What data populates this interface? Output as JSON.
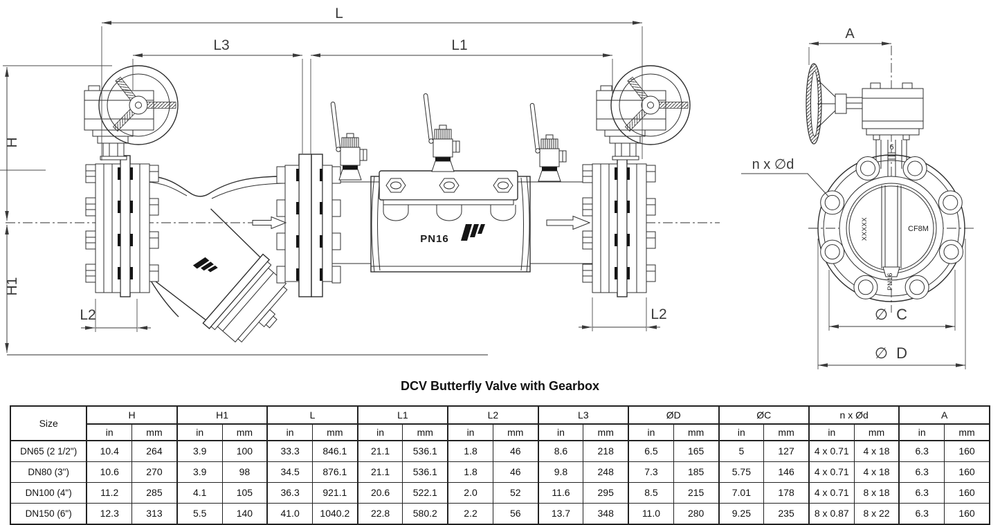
{
  "caption": "DCV Butterfly Valve with Gearbox",
  "figure": {
    "dimension_labels": {
      "L": "L",
      "L1": "L1",
      "L2": "L2",
      "L3": "L3",
      "H": "H",
      "H1": "H1",
      "A": "A",
      "dia_C": "∅ C",
      "dia_D": "∅ D",
      "n_x_dia_d": "n x ∅d"
    },
    "annotations": {
      "pressure_class": "PN16",
      "material_grade": "CF8M",
      "casting_mark": "XXXXX",
      "front_pressure_class": "PN16",
      "gear_mark": "6"
    }
  },
  "table": {
    "size_header": "Size",
    "col_groups": [
      "H",
      "H1",
      "L",
      "L1",
      "L2",
      "L3",
      "ØD",
      "ØC",
      "n x Ød",
      "A"
    ],
    "unit_headers": [
      "in",
      "mm"
    ],
    "rows": [
      {
        "size": "DN65 (2 1/2\")",
        "values": [
          "10.4",
          "264",
          "3.9",
          "100",
          "33.3",
          "846.1",
          "21.1",
          "536.1",
          "1.8",
          "46",
          "8.6",
          "218",
          "6.5",
          "165",
          "5",
          "127",
          "4 x 0.71",
          "4 x 18",
          "6.3",
          "160"
        ]
      },
      {
        "size": "DN80 (3\")",
        "values": [
          "10.6",
          "270",
          "3.9",
          "98",
          "34.5",
          "876.1",
          "21.1",
          "536.1",
          "1.8",
          "46",
          "9.8",
          "248",
          "7.3",
          "185",
          "5.75",
          "146",
          "4 x 0.71",
          "4 x 18",
          "6.3",
          "160"
        ]
      },
      {
        "size": "DN100 (4\")",
        "values": [
          "11.2",
          "285",
          "4.1",
          "105",
          "36.3",
          "921.1",
          "20.6",
          "522.1",
          "2.0",
          "52",
          "11.6",
          "295",
          "8.5",
          "215",
          "7.01",
          "178",
          "4 x 0.71",
          "8 x 18",
          "6.3",
          "160"
        ]
      },
      {
        "size": "DN150 (6\")",
        "values": [
          "12.3",
          "313",
          "5.5",
          "140",
          "41.0",
          "1040.2",
          "22.8",
          "580.2",
          "2.2",
          "56",
          "13.7",
          "348",
          "11.0",
          "280",
          "9.25",
          "235",
          "8 x 0.87",
          "8 x 22",
          "6.3",
          "160"
        ]
      }
    ]
  }
}
